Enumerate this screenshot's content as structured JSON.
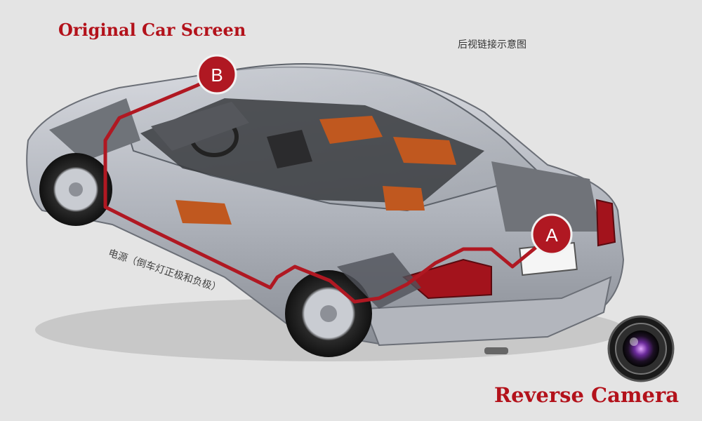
{
  "header": {
    "title": "Original Car Screen",
    "chinese_heading": "后视链接示意图"
  },
  "labels": {
    "power_note": "电源（倒车灯正极和负极）",
    "camera_title": "Reverse Camera"
  },
  "markers": {
    "a": "A",
    "b": "B"
  },
  "colors": {
    "accent_red": "#b3121b",
    "wire_red": "#b01822",
    "car_body": "#b9bcc4",
    "seat_orange": "#c0581f",
    "background": "#e4e4e4"
  }
}
